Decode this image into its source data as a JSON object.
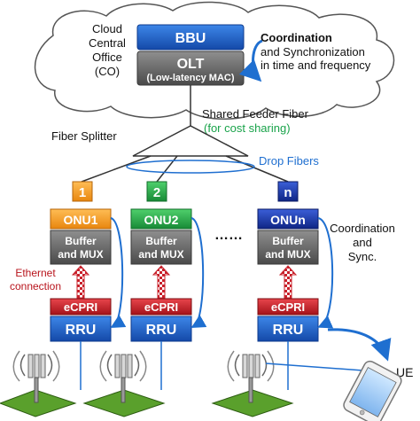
{
  "cloud": {
    "office_lines": [
      "Cloud",
      "Central",
      "Office",
      "(CO)"
    ],
    "bbu": "BBU",
    "olt": "OLT",
    "olt_sub": "(Low-latency MAC)",
    "coordination_bold": "Coordination",
    "coordination_lines": [
      "and Synchronization",
      "in time and frequency"
    ]
  },
  "feeder": {
    "label": "Shared Feeder Fiber",
    "note": "(for cost sharing)",
    "splitter": "Fiber Splitter",
    "drop": "Drop Fibers"
  },
  "branches": [
    {
      "number": "1",
      "onu": "ONU1",
      "buffer_lines": [
        "Buffer",
        "and MUX"
      ],
      "ecpri": "eCPRI",
      "rru": "RRU"
    },
    {
      "number": "2",
      "onu": "ONU2",
      "buffer_lines": [
        "Buffer",
        "and MUX"
      ],
      "ecpri": "eCPRI",
      "rru": "RRU"
    },
    {
      "number": "n",
      "onu": "ONUn",
      "buffer_lines": [
        "Buffer",
        "and MUX"
      ],
      "ecpri": "eCPRI",
      "rru": "RRU"
    }
  ],
  "dots": "……",
  "ethernet_lines": [
    "Ethernet",
    "connection"
  ],
  "coord_right_lines": [
    "Coordination",
    "and",
    "Sync."
  ],
  "ue": "UE",
  "colors": {
    "bbu": "#1a5fc8",
    "olt": "#6b6b6b",
    "onu1": "#f39c1f",
    "onu2": "#2aa748",
    "onun": "#1535a8",
    "ecpri": "#c8202a",
    "rru": "#1f5fbf",
    "fiber_green": "#19a34a",
    "drop_blue": "#1f6fd0",
    "arrow_blue": "#1f6fd0",
    "ethernet_red": "#b8141c",
    "ground": "#5aa02c"
  }
}
